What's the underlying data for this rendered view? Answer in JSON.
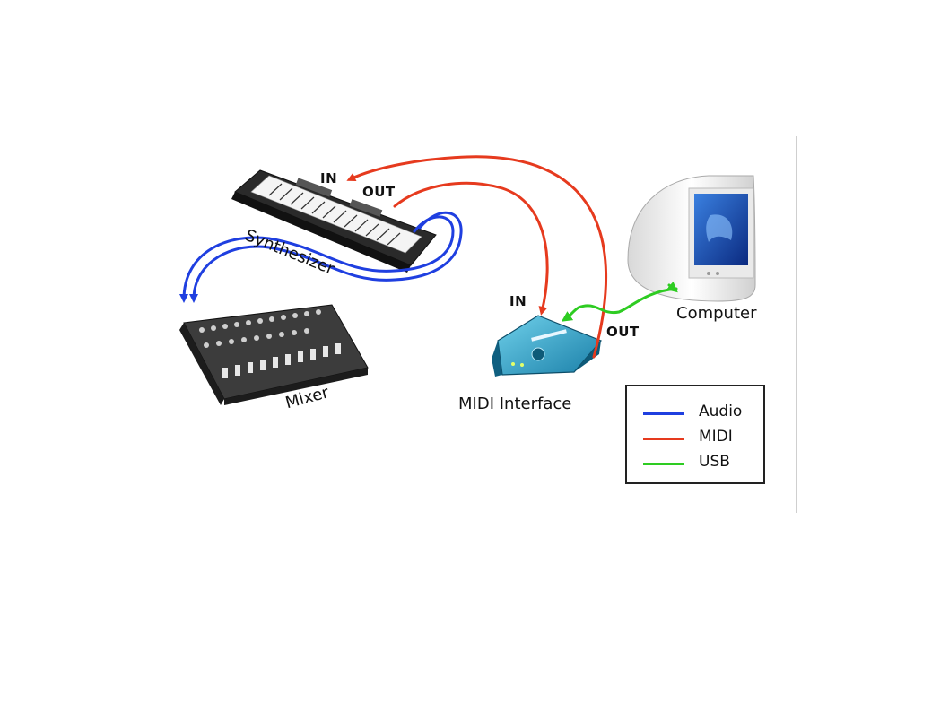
{
  "devices": {
    "synthesizer": "Synthesizer",
    "mixer": "Mixer",
    "midi_interface": "MIDI Interface",
    "computer": "Computer"
  },
  "ports": {
    "synth_in": "IN",
    "synth_out": "OUT",
    "interface_in": "IN",
    "interface_out": "OUT"
  },
  "legend": [
    {
      "label": "Audio",
      "color": "#1f3fe0"
    },
    {
      "label": "MIDI",
      "color": "#e63a1e"
    },
    {
      "label": "USB",
      "color": "#2ecc22"
    }
  ],
  "colors": {
    "audio": "#1f3fe0",
    "midi": "#e63a1e",
    "usb": "#2ecc22"
  }
}
